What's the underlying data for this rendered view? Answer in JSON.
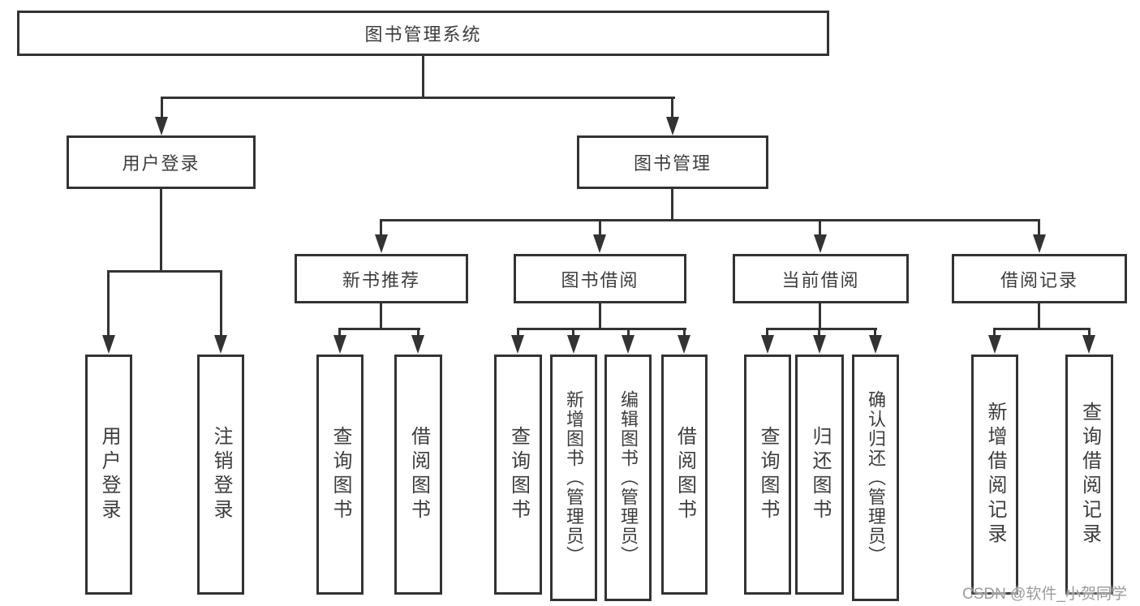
{
  "watermark": {
    "text": "CSDN @软件_小贺同学"
  },
  "diagram": {
    "nodes": {
      "root": "图书管理系统",
      "user_login": "用户登录",
      "book_management": "图书管理",
      "new_book_recommend": "新书推荐",
      "book_borrow": "图书借阅",
      "current_borrow": "当前借阅",
      "borrow_records": "借阅记录",
      "login_user_login": "用户登录",
      "login_logout": "注销登录",
      "rec_query_books": "查询图书",
      "rec_borrow_books": "借阅图书",
      "bb_query_books": "查询图书",
      "bb_add_books": "新增图书（管理员）",
      "bb_edit_books": "编辑图书（管理员）",
      "bb_borrow_books": "借阅图书",
      "cb_query_books": "查询图书",
      "cb_return_books": "归还图书",
      "cb_confirm_return": "确认归还（管理员）",
      "br_add_record": "新增借阅记录",
      "br_query_record": "查询借阅记录"
    }
  }
}
